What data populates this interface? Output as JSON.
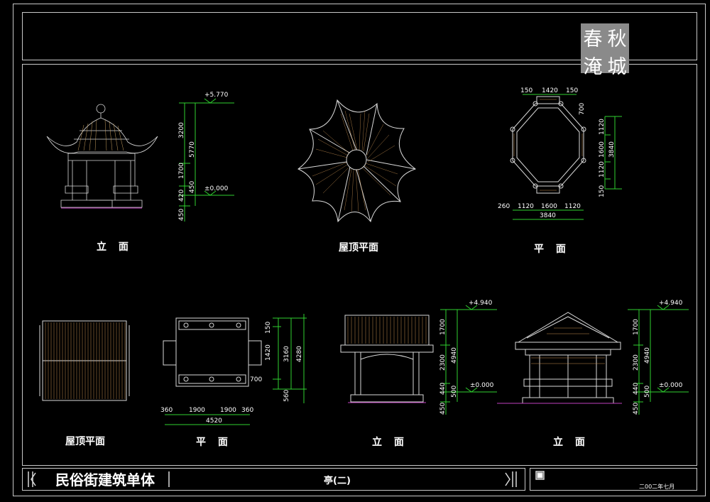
{
  "stamp": {
    "chars": [
      "春",
      "秋",
      "淹",
      "城"
    ]
  },
  "labels": {
    "elev_1": "立  面",
    "roof_plan_1": "屋顶平面",
    "plan_1": "平  面",
    "roof_plan_2": "屋顶平面",
    "plan_2": "平  面",
    "elev_2": "立  面",
    "elev_3": "立  面"
  },
  "dims": {
    "pav1": {
      "top": "+5.770",
      "base": "±0.000",
      "d1": "3200",
      "d2": "1700",
      "d3": "420",
      "d4": "450",
      "total": "5770",
      "d5": "450"
    },
    "plan1": {
      "t1": "150",
      "t2": "1420",
      "t3": "150",
      "r1": "700",
      "r2": "1120",
      "r3": "1600",
      "r4": "1120",
      "r5": "150",
      "rt": "3840",
      "b1": "260",
      "b2": "1120",
      "b3": "1600",
      "b4": "1120",
      "bt": "3840"
    },
    "plan2": {
      "r1": "150",
      "r2": "1420",
      "r3": "700",
      "r4": "560",
      "rt1": "3160",
      "rt2": "4280",
      "b1": "360",
      "b2": "1900",
      "b3": "1900",
      "b4": "360",
      "bt": "4520"
    },
    "elev2": {
      "top": "+4.940",
      "base": "±0.000",
      "d1": "1700",
      "d2": "2300",
      "d3": "440",
      "d4": "500",
      "d5": "450",
      "total": "4940"
    },
    "elev3": {
      "top": "+4.940",
      "base": "±0.000",
      "d1": "1700",
      "d2": "2300",
      "d3": "440",
      "d4": "500",
      "d5": "450",
      "total": "4940"
    }
  },
  "footer": {
    "title": "民俗街建筑单体",
    "sheet": "亭(二)",
    "date": "二00二年七月"
  }
}
